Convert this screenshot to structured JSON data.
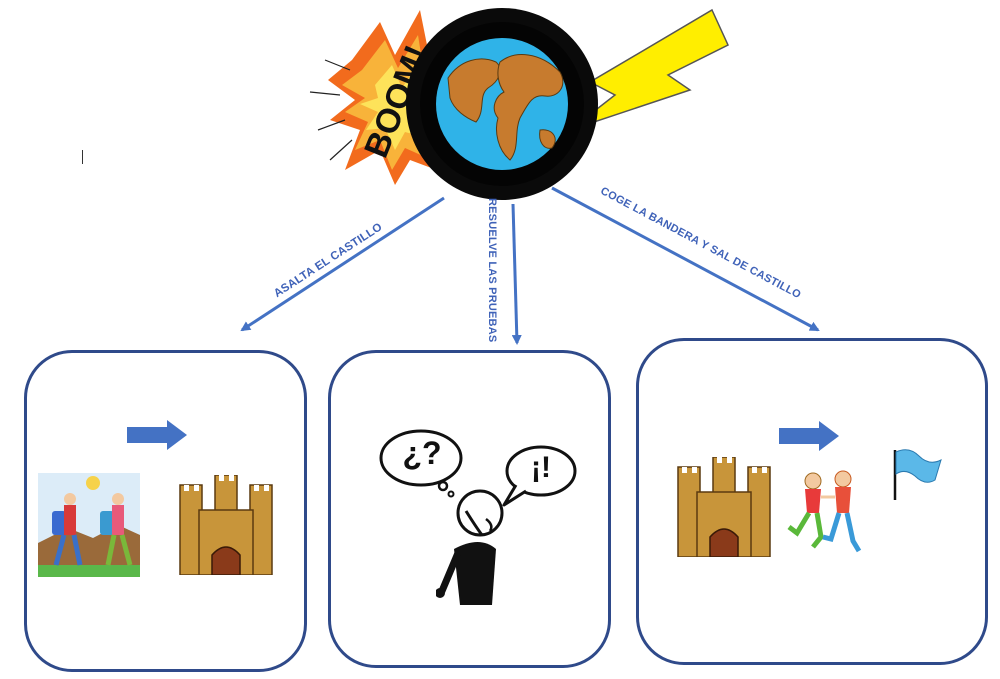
{
  "center": {
    "boom_text": "BOOM!",
    "icon": "earth-icon"
  },
  "branches": [
    {
      "label": "ASALTA EL CASTILLO",
      "icons": [
        "hikers-icon",
        "arrow-right-icon",
        "castle-icon"
      ]
    },
    {
      "label": "RESUELVE LAS PRUEBAS",
      "icons": [
        "thinking-person-icon",
        "question-bubble-icon",
        "exclamation-bubble-icon"
      ]
    },
    {
      "label": "COGE LA BANDERA Y SAL DE CASTILLO",
      "icons": [
        "castle-icon",
        "arrow-right-icon",
        "running-children-icon",
        "flag-icon"
      ]
    }
  ],
  "bubbles": {
    "question": "¿?",
    "exclamation": "¡!"
  },
  "colors": {
    "box_border": "#2f4a8a",
    "arrow": "#4472c4",
    "label": "#3f62b8",
    "castle": "#c8953a",
    "flag": "#5bb8e8"
  }
}
